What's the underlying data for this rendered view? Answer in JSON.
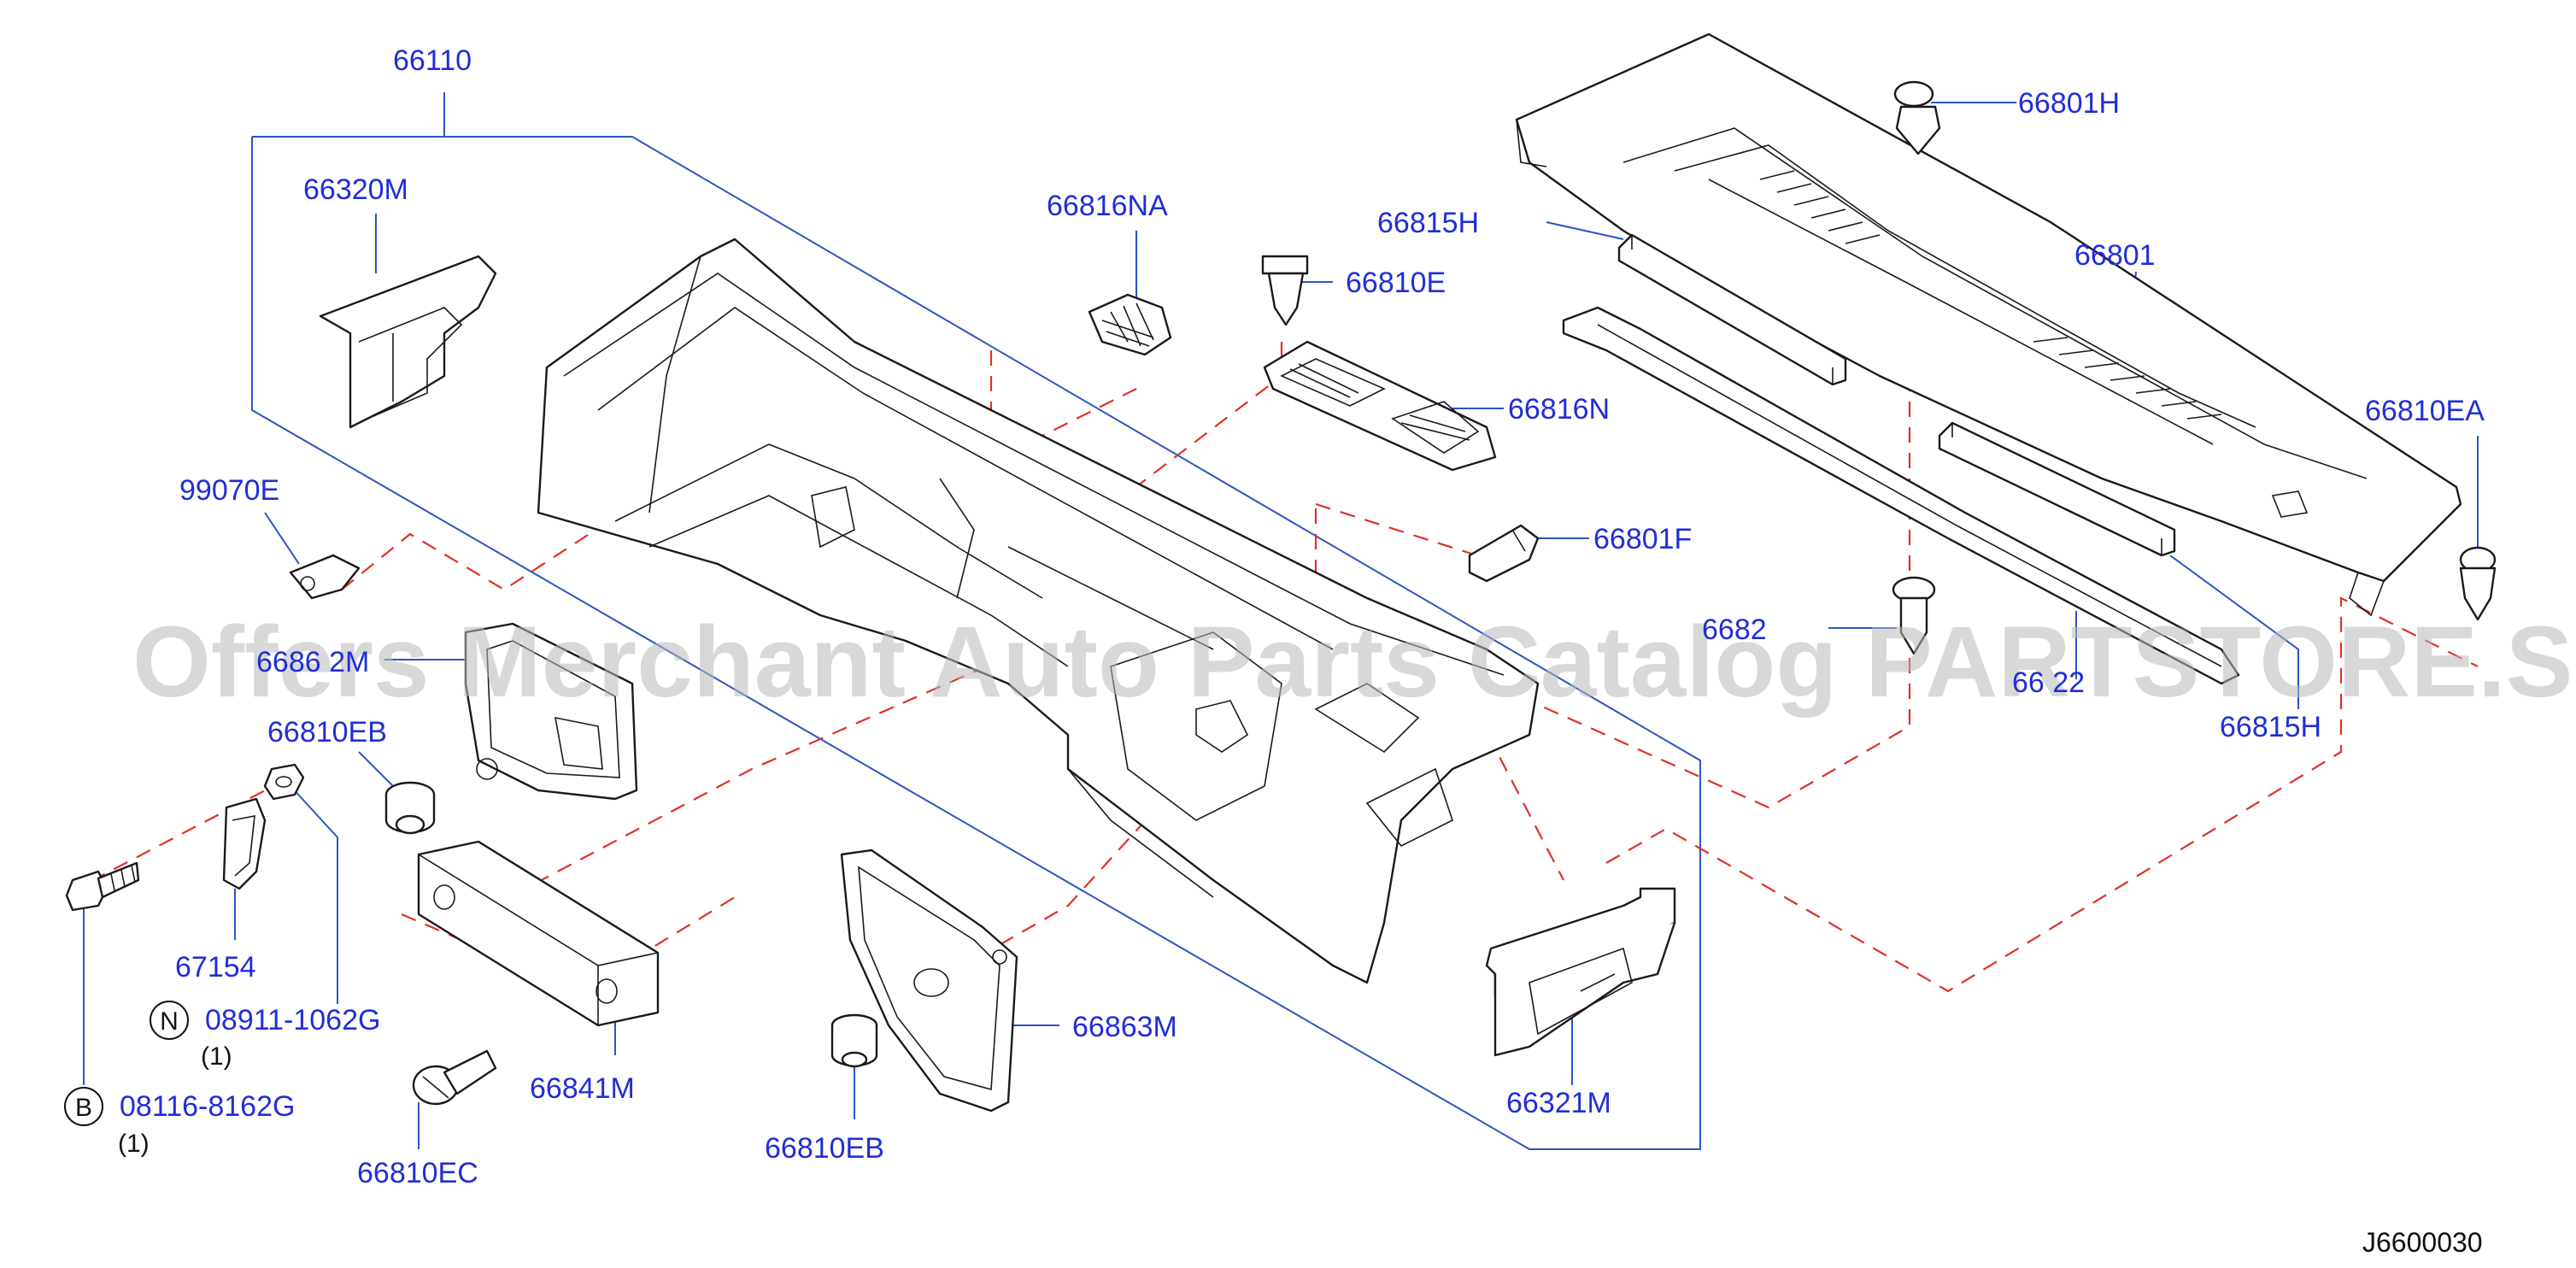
{
  "diagram_code": "J6600030",
  "watermark": "Offers Merchant Auto Parts Catalog PARTSTORE.SA",
  "colors": {
    "label": "#1f2fd6",
    "leader": "#2a55c4",
    "dashed": "#e0302a",
    "line": "#1a1a1a"
  },
  "labels": {
    "p66110": "66110",
    "p66320M": "66320M",
    "p99070E": "99070E",
    "p66862M": "6686 2M",
    "p66810EB_top": "66810EB",
    "p67154": "67154",
    "p08911": "08911-1062G",
    "q08911": "(1)",
    "p08116": "08116-8162G",
    "q08116": "(1)",
    "p66841M": "66841M",
    "p66810EC": "66810EC",
    "p66810EB_bottom": "66810EB",
    "p66863M": "66863M",
    "p66816NA": "66816NA",
    "p66810E": "66810E",
    "p66815H_top": "66815H",
    "p66816N": "66816N",
    "p66801F": "66801F",
    "p66801H": "66801H",
    "p66801": "66801",
    "p66810EA": "66810EA",
    "p66820": "6682",
    "p66822": "66 22",
    "p66815H_bottom": "66815H",
    "p66321M": "66321M"
  },
  "circle_markers": {
    "n": "N",
    "b": "B"
  }
}
